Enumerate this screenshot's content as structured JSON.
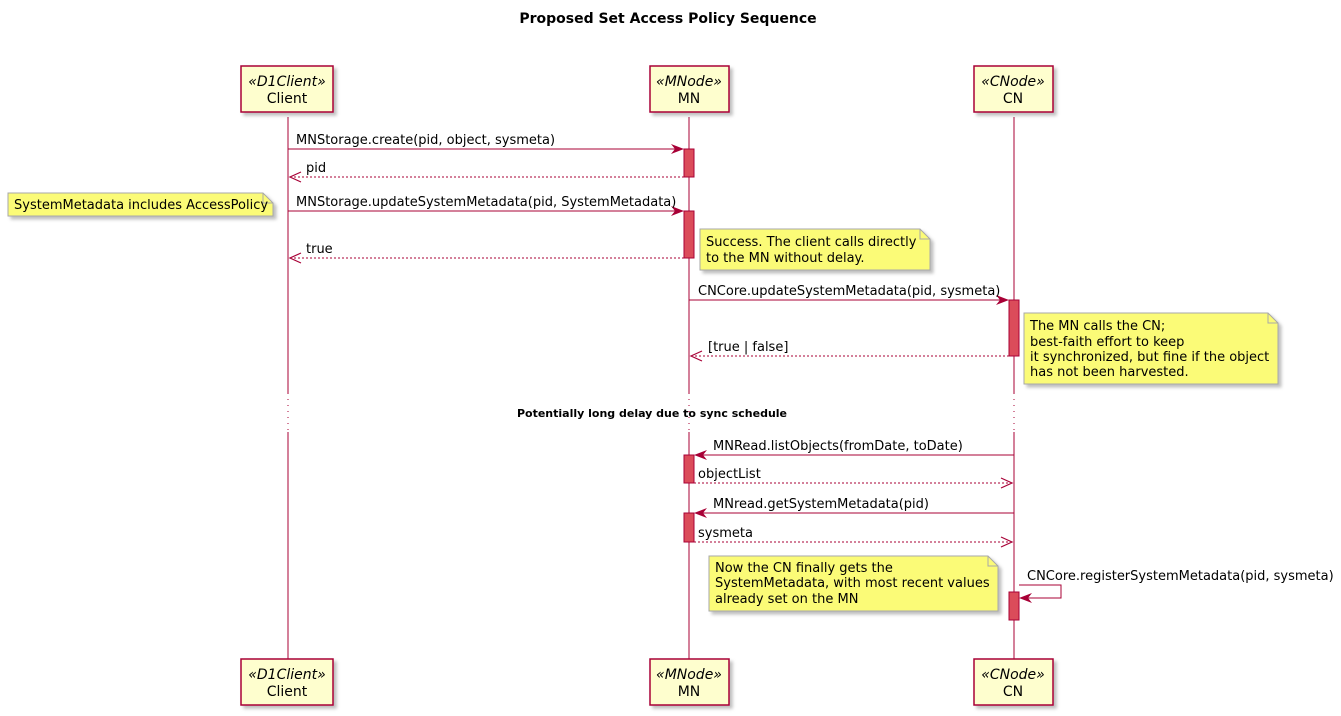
{
  "title": "Proposed Set Access Policy Sequence",
  "colors": {
    "line": "#A80036",
    "participant_fill": "#FEFECE",
    "note_fill": "#FBFB77",
    "note_border": "#A8A8A8",
    "activation_fill": "#DB4C5A"
  },
  "participants": [
    {
      "id": "client",
      "stereotype": "«D1Client»",
      "name": "Client"
    },
    {
      "id": "mn",
      "stereotype": "«MNode»",
      "name": "MN"
    },
    {
      "id": "cn",
      "stereotype": "«CNode»",
      "name": "CN"
    }
  ],
  "messages": [
    {
      "from": "client",
      "to": "mn",
      "label": "MNStorage.create(pid, object, sysmeta)",
      "kind": "sync"
    },
    {
      "from": "mn",
      "to": "client",
      "label": "pid",
      "kind": "return"
    },
    {
      "from": "client",
      "to": "mn",
      "label": "MNStorage.updateSystemMetadata(pid, SystemMetadata)",
      "kind": "sync"
    },
    {
      "from": "mn",
      "to": "client",
      "label": "true",
      "kind": "return"
    },
    {
      "from": "mn",
      "to": "cn",
      "label": "CNCore.updateSystemMetadata(pid, sysmeta)",
      "kind": "sync"
    },
    {
      "from": "cn",
      "to": "mn",
      "label": "[true | false]",
      "kind": "return"
    },
    {
      "from": "cn",
      "to": "mn",
      "label": "MNRead.listObjects(fromDate, toDate)",
      "kind": "sync"
    },
    {
      "from": "mn",
      "to": "cn",
      "label": "objectList",
      "kind": "return"
    },
    {
      "from": "cn",
      "to": "mn",
      "label": "MNread.getSystemMetadata(pid)",
      "kind": "sync"
    },
    {
      "from": "mn",
      "to": "cn",
      "label": "sysmeta",
      "kind": "return"
    },
    {
      "from": "cn",
      "to": "cn",
      "label": "CNCore.registerSystemMetadata(pid, sysmeta)",
      "kind": "self"
    }
  ],
  "notes": [
    {
      "lines": [
        "SystemMetadata includes AccessPolicy"
      ]
    },
    {
      "lines": [
        "Success. The client calls directly",
        "to the MN without delay."
      ]
    },
    {
      "lines": [
        "The MN calls the CN;",
        "best-faith effort to keep",
        "it synchronized, but fine if the object",
        "has not been harvested."
      ]
    },
    {
      "lines": [
        "Now the CN finally gets the",
        "SystemMetadata, with most recent values",
        "already set on the MN"
      ]
    }
  ],
  "divider": "Potentially long delay due to sync schedule"
}
